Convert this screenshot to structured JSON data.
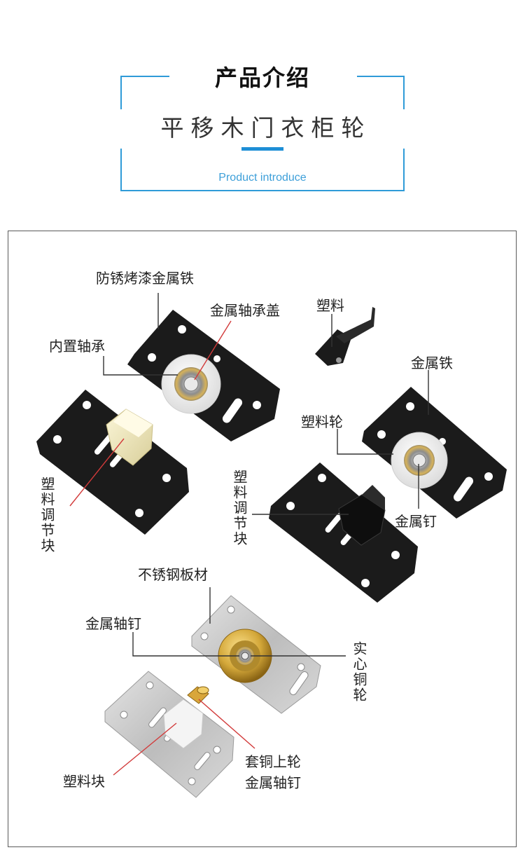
{
  "header": {
    "title": "产品介绍",
    "subtitle": "平移木门衣柜轮",
    "english": "Product introduce"
  },
  "labels": {
    "rust_proof_iron": "防锈烤漆金属铁",
    "bearing_cover": "金属轴承盖",
    "plastic": "塑料",
    "built_in_bearing": "内置轴承",
    "metal_iron": "金属铁",
    "plastic_wheel": "塑料轮",
    "plastic_adjust_block_left": "塑料调节块",
    "plastic_adjust_block_right": "塑料调节块",
    "metal_nail": "金属钉",
    "stainless_plate": "不锈钢板材",
    "metal_shaft_nail": "金属轴钉",
    "solid_copper_wheel": "实心铜轮",
    "copper_sleeve_wheel": "套铜上轮",
    "copper_sleeve_nail": "金属轴钉",
    "plastic_block": "塑料块"
  },
  "colors": {
    "accent_blue": "#2f9bd8",
    "black_plate": "#1b1b1b",
    "steel_plate": "#c9c9c9",
    "brass": "#d4a83a",
    "leader_line_red": "#d23a3a"
  }
}
